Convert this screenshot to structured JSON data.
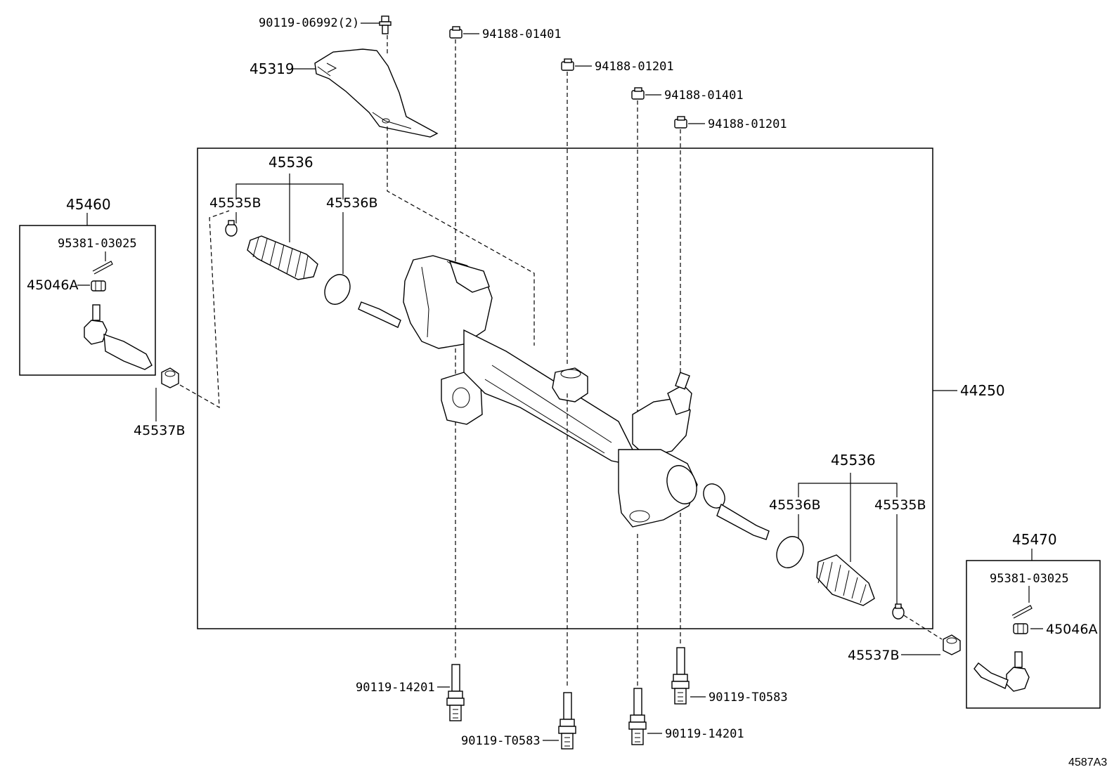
{
  "diagram": {
    "reference_code": "4587A3",
    "labels": {
      "bolt_90119_06992": "90119-06992(2)",
      "nut_94188_01401_a": "94188-01401",
      "nut_94188_01201_a": "94188-01201",
      "nut_94188_01401_b": "94188-01401",
      "nut_94188_01201_b": "94188-01201",
      "shield_45319": "45319",
      "boot_kit_left": "45536",
      "clamp_left": "45535B",
      "band_left": "45536B",
      "tie_rod_end_left_group": "45460",
      "cotter_pin_left": "95381-03025",
      "nut_left": "45046A",
      "bushing_left": "45537B",
      "gear_assembly": "44250",
      "boot_kit_right": "45536",
      "band_right": "45536B",
      "clamp_right": "45535B",
      "tie_rod_end_right_group": "45470",
      "cotter_pin_right": "95381-03025",
      "nut_right": "45046A",
      "bushing_right": "45537B",
      "bolt_90119_14201_a": "90119-14201",
      "bolt_90119_T0583_a": "90119-T0583",
      "bolt_90119_T0583_b": "90119-T0583",
      "bolt_90119_14201_b": "90119-14201"
    }
  }
}
